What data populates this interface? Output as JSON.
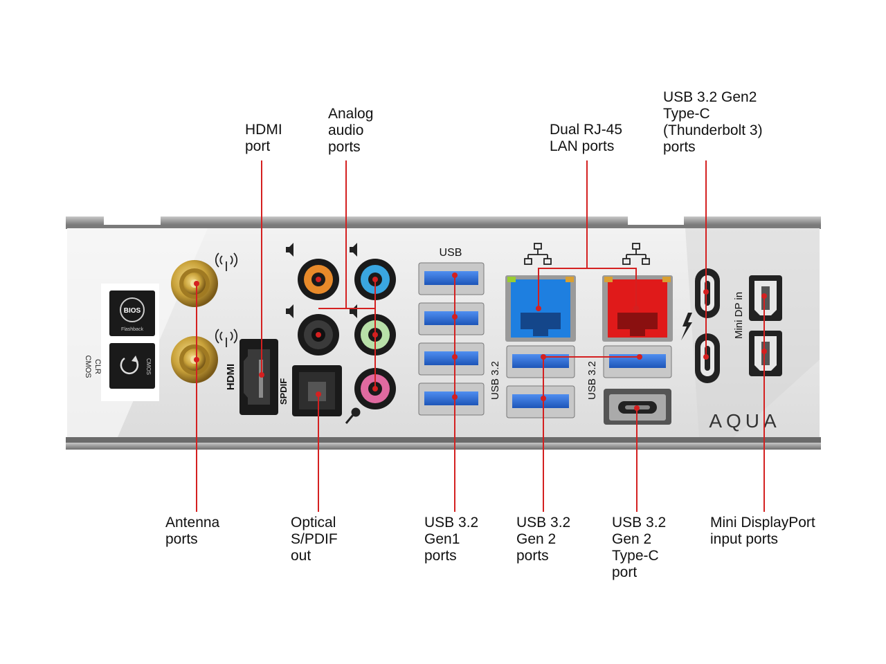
{
  "callouts": {
    "hdmi": "HDMI\nport",
    "analog_audio": "Analog\naudio\nports",
    "rj45": "Dual RJ-45\nLAN ports",
    "thunderbolt": "USB 3.2 Gen2\nType-C\n(Thunderbolt 3)\nports",
    "antenna": "Antenna\nports",
    "optical": "Optical\nS/PDIF\nout",
    "usb_gen1": "USB 3.2\nGen1\nports",
    "usb_gen2": "USB 3.2\nGen 2\nports",
    "usb_typec": "USB 3.2\nGen 2\nType-C\nport",
    "mini_dp": "Mini DisplayPort\ninput ports"
  },
  "panel_labels": {
    "bios_top": "BIOS",
    "bios_bottom": "Flashback",
    "cmos_button": "CMOS",
    "clr_cmos": "CLR\nCMOS",
    "hdmi": "HDMI",
    "spdif": "SPDIF",
    "usb_top": "USB",
    "usb32_left": "USB 3.2",
    "usb32_right": "USB 3.2",
    "mini_dp_in": "Mini DP in",
    "brand": "AQUA"
  },
  "colors": {
    "callout_line": "#d42020",
    "usb_blue": "#2d6fd6",
    "lan_blue": "#1e7fe0",
    "lan_red": "#e01a1a",
    "gold": "#c9a23a",
    "audio_orange": "#e88a2a",
    "audio_black": "#222222",
    "audio_blue": "#3aa6e0",
    "audio_green": "#7cc870",
    "audio_pink": "#e06aa0",
    "panel": "#e6e6e6"
  }
}
